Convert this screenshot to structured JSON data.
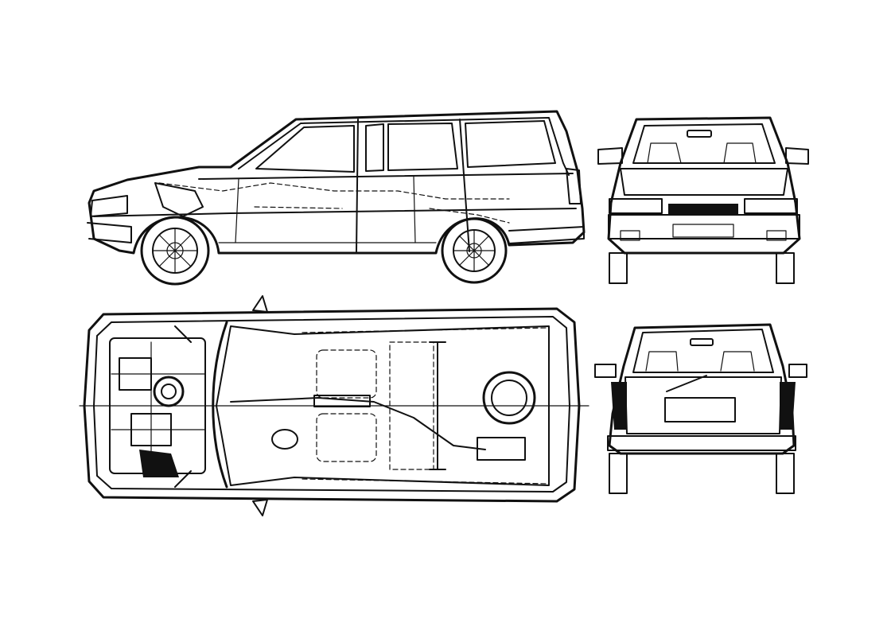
{
  "drawing": {
    "stroke_color": "#111111",
    "background_color": "#ffffff",
    "views": [
      "side-view",
      "front-view",
      "underside-view",
      "rear-view"
    ]
  }
}
